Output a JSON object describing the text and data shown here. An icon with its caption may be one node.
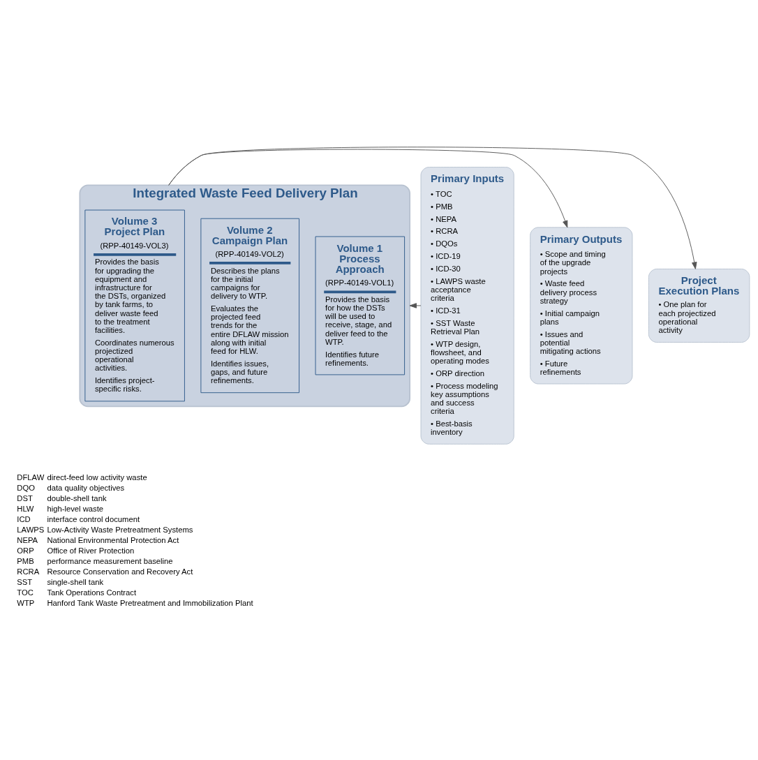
{
  "diagram": {
    "nodes": [
      {
        "text": [
          "Integrated Waste Feed Delivery Plan"
        ]
      },
      {
        "text": [
          "Volume 1 Process Approach",
          "(RPP-40149-VOL1)",
          "Provides the basis for how the DSTs will be used to receive, stage, and deliver feed to the WTP.",
          "Identifies future refinements."
        ],
        "in": 0
      },
      {
        "text": [
          "Volume 2 Campaign Plan",
          "(RPP-40149-VOL2)",
          "Describes the plans for the initial campaigns for delivery to WTP.",
          "Evaluates the projected feed trends for the entire DFLAW mission along with initial feed for HLW.",
          "Identifies issues, gaps, and future refinements."
        ],
        "in": 0
      },
      {
        "text": [
          "Volume 3 Project Plan",
          "(RPP-40149-VOL3)",
          "Provides the basis for upgrading the equipment and infrastructure for the DSTs, organized by tank farms, to deliver waste feed to the treatment facilities.",
          "Coordinates numerous projectized operational activities.",
          "Identifies project-specific risks."
        ],
        "in": 0
      },
      {
        "text": [
          "Primary Inputs",
          "• TOC",
          "• PMB",
          "• NEPA",
          "• RCRA",
          "• DQOs",
          "• ICD-19",
          "• ICD-30",
          "• LAWPS waste acceptance criteria",
          "• ICD-31",
          "• SST Waste Retrieval Plan",
          "• WTP design, flowsheet, and operating modes",
          "• ORP direction",
          "• Process modeling key assumptions and success criteria",
          "• Best-basis inventory"
        ]
      },
      {
        "text": [
          "Primary Outputs",
          "• Scope and timing of the upgrade projects",
          "• Waste feed delivery process strategy",
          "• Initial campaign plans",
          "• Issues and potential mitigating actions",
          "• Future refinements"
        ]
      },
      {
        "text": [
          "Project Execution Plans",
          "• One plan for each projectized operational activity"
        ]
      }
    ],
    "edges": [
      {
        "from": 4,
        "to": 0,
        "arrow": "to"
      },
      {
        "from": 0,
        "to": 5,
        "arrow": "to"
      },
      {
        "from": 0,
        "to": 6,
        "arrow": "to"
      }
    ],
    "labels": [
      "DFLAW",
      "direct-feed low activity waste",
      "DQO",
      "data quality objectives",
      "DST",
      "double-shell tank",
      "HLW",
      "high-level waste",
      "ICD",
      "interface control document",
      "LAWPS",
      "Low-Activity Waste Pretreatment Systems",
      "NEPA",
      "National Environmental Protection Act",
      "ORP",
      "Office of River Protection",
      "PMB",
      "performance measurement baseline",
      "RCRA",
      "Resource Conservation and Recovery Act",
      "SST",
      "single-shell tank",
      "TOC",
      "Tank Operations Contract",
      "WTP",
      "Hanford Tank Waste Pretreatment and Immobilization Plant"
    ]
  }
}
